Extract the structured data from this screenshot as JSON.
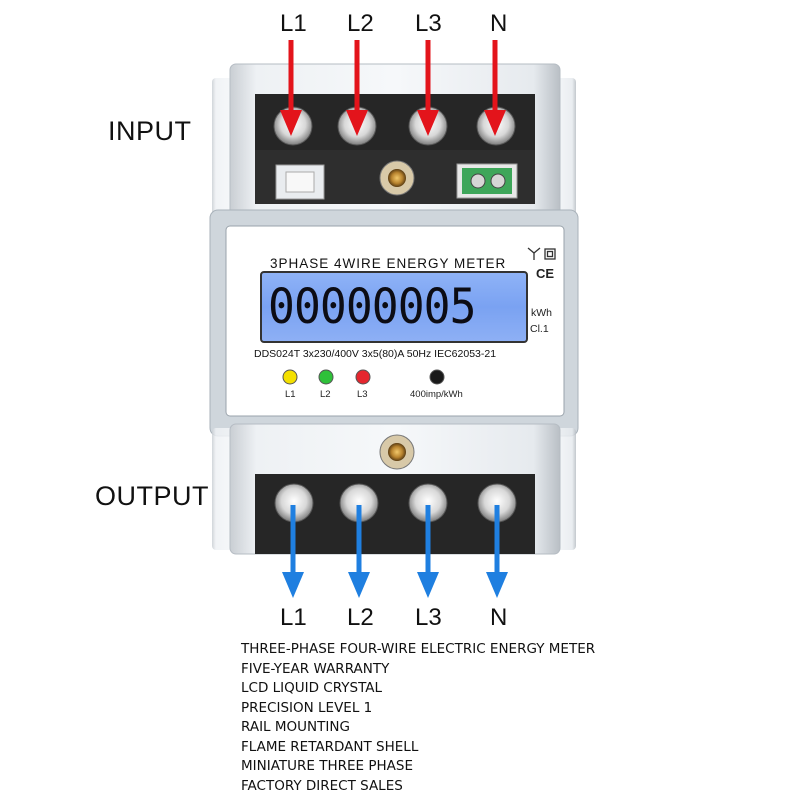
{
  "input_label": "INPUT",
  "output_label": "OUTPUT",
  "top_terminals": [
    "L1",
    "L2",
    "L3",
    "N"
  ],
  "bottom_terminals": [
    "L1",
    "L2",
    "L3",
    "N"
  ],
  "meter": {
    "title": "3PHASE 4WIRE ENERGY METER",
    "reading": "00000005",
    "unit": "kWh",
    "class": "Cl.1",
    "spec": "DDS024T 3x230/400V 3x5(80)A 50Hz IEC62053-21",
    "ce_mark": "CE",
    "led_labels": [
      "L1",
      "L2",
      "L3"
    ],
    "pulse_label": "400imp/kWh",
    "led_colors": [
      "#f4e000",
      "#2fc13a",
      "#e5262e",
      "#1a1a1a"
    ]
  },
  "arrow_colors": {
    "input": "#e3141b",
    "output": "#1f7fe0"
  },
  "features": [
    "THREE-PHASE FOUR-WIRE ELECTRIC ENERGY METER",
    "FIVE-YEAR WARRANTY",
    "LCD LIQUID CRYSTAL",
    "PRECISION LEVEL 1",
    "RAIL MOUNTING",
    "FLAME RETARDANT SHELL",
    "MINIATURE THREE PHASE",
    "FACTORY DIRECT SALES"
  ]
}
